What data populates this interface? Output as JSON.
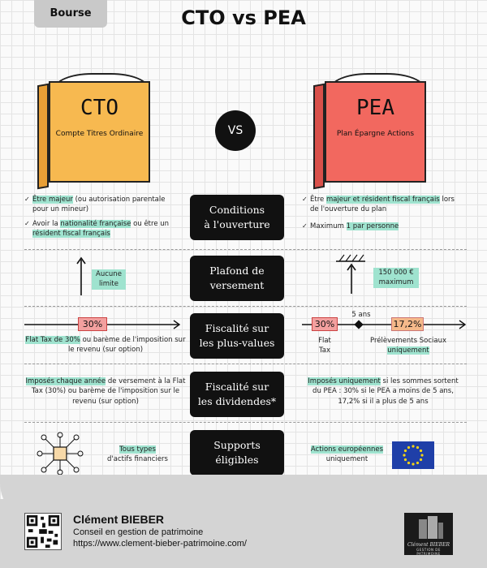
{
  "tag": "Bourse",
  "title": "CTO vs PEA",
  "vs": "VS",
  "cto": {
    "title": "CTO",
    "subtitle": "Compte Titres Ordinaire"
  },
  "pea": {
    "title": "PEA",
    "subtitle": "Plan Épargne Actions"
  },
  "rows": {
    "conditions": {
      "label": "Conditions\nà l'ouverture",
      "cto": [
        {
          "hl": "Être majeur",
          "rest": " (ou autorisation parentale pour un mineur)"
        },
        {
          "pre": "Avoir la ",
          "hl": "nationalité française",
          "mid": " ou être un ",
          "hl2": "résident fiscal français"
        }
      ],
      "pea": [
        {
          "pre": "Être ",
          "hl": "majeur et résident fiscal français",
          "rest": " lors de l'ouverture du plan"
        },
        {
          "pre": "Maximum ",
          "hl": "1 par personne"
        }
      ]
    },
    "plafond": {
      "label": "Plafond de\nversement",
      "cto": "Aucune limite",
      "pea": "150 000 € maximum"
    },
    "plusvalues": {
      "label": "Fiscalité sur\nles plus-values",
      "cto_rate": "30%",
      "cto_desc_hl": "Flat Tax de 30%",
      "cto_desc": " ou barème de l'imposition sur le revenu (sur option)",
      "pea_years": "5 ans",
      "pea_rate1": "30%",
      "pea_rate1_label": "Flat Tax",
      "pea_rate2": "17,2%",
      "pea_rate2_label": "Prélèvements Sociaux",
      "pea_rate2_hl": "uniquement"
    },
    "dividendes": {
      "label": "Fiscalité sur\nles dividendes*",
      "cto_hl": "Imposés chaque année",
      "cto_rest": " de versement à la Flat Tax (30%) ou barème de l'imposition sur le revenu (sur option)",
      "pea_hl": "Imposés uniquement",
      "pea_rest": " si les sommes sortent du PEA : 30% si le PEA a moins de 5 ans, 17,2% si il a plus de 5 ans"
    },
    "supports": {
      "label": "Supports\néligibles",
      "cto_hl": "Tous types",
      "cto_rest": "d'actifs financiers",
      "pea_hl": "Actions européennes",
      "pea_rest": "uniquement"
    }
  },
  "footer": {
    "name": "Clément BIEBER",
    "role": "Conseil en gestion de patrimoine",
    "url": "https://www.clement-bieber-patrimoine.com/",
    "logo_name": "Clément BIEBER",
    "logo_sub": "GESTION DE PATRIMOINE"
  },
  "colors": {
    "cto": "#f7b950",
    "pea": "#f2685f",
    "highlight": "#9fe3cf",
    "eu_blue": "#1f3fa8",
    "eu_star": "#f5d416"
  }
}
